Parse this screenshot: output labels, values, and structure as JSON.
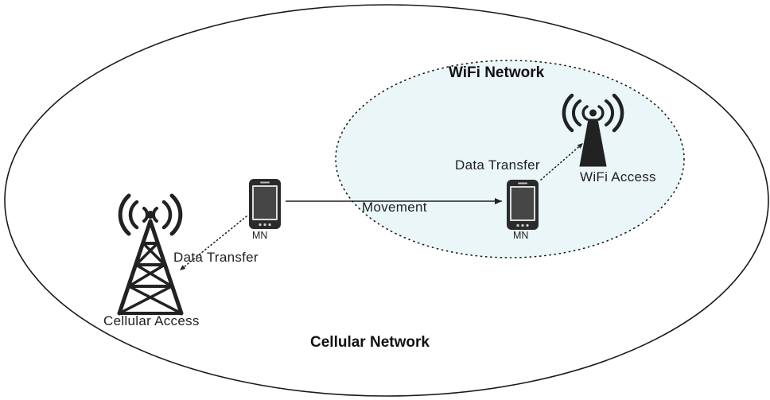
{
  "diagram": {
    "cellular_network_label": "Cellular Network",
    "wifi_network_label": "WiFi Network",
    "cellular_access_label": "Cellular Access",
    "wifi_access_label": "WiFi Access",
    "data_transfer_cellular_label": "Data Transfer",
    "data_transfer_wifi_label": "Data Transfer",
    "movement_label": "Movement",
    "mn_left_label": "MN",
    "mn_right_label": "MN"
  },
  "colors": {
    "wifi_fill": "#eaf6f8",
    "outline": "#1a1a1a",
    "icon": "#222222",
    "phone_body": "#2b2b2b",
    "phone_screen": "#d9dcdf"
  }
}
